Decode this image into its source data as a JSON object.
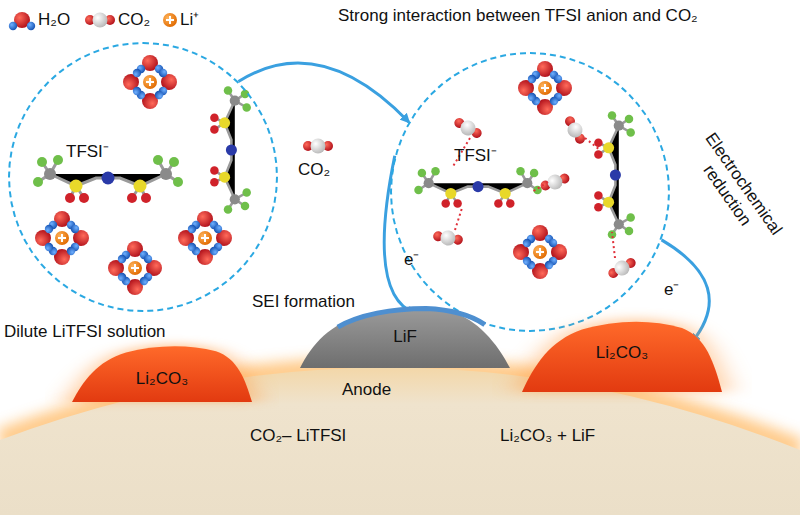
{
  "diagram": {
    "nodes": [
      {
        "text": [
          "TFSI⁻",
          "Dilute LiTFSI solution"
        ]
      },
      {
        "text": [
          "TFSI⁻"
        ]
      },
      {
        "text": [
          "Li₂CO₃"
        ]
      },
      {
        "text": [
          "LiF"
        ]
      },
      {
        "text": [
          "Li₂CO₃"
        ]
      },
      {
        "text": [
          "Anode"
        ]
      }
    ],
    "edges": [
      {
        "from": 0,
        "to": 1,
        "arrow": "to",
        "label": "CO₂"
      },
      {
        "from": 1,
        "to": 3,
        "arrow": "to",
        "label": "e⁻"
      },
      {
        "from": 1,
        "to": 4,
        "arrow": "to",
        "label": "e⁻"
      }
    ],
    "labels": [
      "Strong interaction between TFSI anion and CO₂",
      "SEI formation",
      "Electrochemical reduction",
      "CO₂– LiTFSI",
      "Li₂CO₃ + LiF"
    ],
    "legend": [
      {
        "text": "H₂O"
      },
      {
        "text": "CO₂"
      },
      {
        "text": "Li⁺"
      }
    ]
  }
}
